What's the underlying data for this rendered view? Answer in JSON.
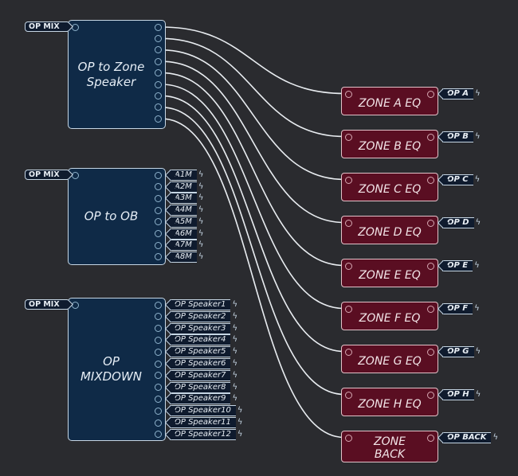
{
  "colors": {
    "background": "#2a2b2f",
    "block_fill": "#0f2a47",
    "block_border": "#c6d6e4",
    "zone_fill": "#5a0e22",
    "zone_border": "#e2c2c9",
    "tag_fill": "#0f1b2e",
    "wire": "#e9edf1"
  },
  "icons": {
    "output_tag_icon": "lightning-bolt-icon",
    "bolt_glyph": "ϟ"
  },
  "blocks": [
    {
      "id": "op_to_zone_speaker",
      "title": "OP to Zone\nSpeaker",
      "input_tag": "OP MIX",
      "output_count": 9,
      "output_tags": []
    },
    {
      "id": "op_to_ob",
      "title": "OP to OB",
      "input_tag": "OP MIX",
      "output_count": 8,
      "output_tags": [
        "A1M",
        "A2M",
        "A3M",
        "A4M",
        "A5M",
        "A6M",
        "A7M",
        "A8M"
      ]
    },
    {
      "id": "op_mixdown",
      "title": "OP\nMIXDOWN",
      "input_tag": "OP MIX",
      "output_count": 12,
      "output_tags": [
        "OP Speaker1",
        "OP Speaker2",
        "OP Speaker3",
        "OP Speaker4",
        "OP Speaker5",
        "OP Speaker6",
        "OP Speaker7",
        "OP Speaker8",
        "OP Speaker9",
        "OP Speaker10",
        "OP Speaker11",
        "OP Speaker12"
      ]
    }
  ],
  "zones": [
    {
      "title": "ZONE A EQ",
      "output_tag": "OP A"
    },
    {
      "title": "ZONE B EQ",
      "output_tag": "OP B"
    },
    {
      "title": "ZONE C EQ",
      "output_tag": "OP C"
    },
    {
      "title": "ZONE D EQ",
      "output_tag": "OP D"
    },
    {
      "title": "ZONE E EQ",
      "output_tag": "OP E"
    },
    {
      "title": "ZONE F EQ",
      "output_tag": "OP F"
    },
    {
      "title": "ZONE G EQ",
      "output_tag": "OP G"
    },
    {
      "title": "ZONE H EQ",
      "output_tag": "OP H"
    },
    {
      "title": "ZONE\nBACK",
      "output_tag": "OP BACK"
    }
  ],
  "connections": [
    {
      "from_block": 0,
      "from_pin": 0,
      "to_zone": 0
    },
    {
      "from_block": 0,
      "from_pin": 1,
      "to_zone": 1
    },
    {
      "from_block": 0,
      "from_pin": 2,
      "to_zone": 2
    },
    {
      "from_block": 0,
      "from_pin": 3,
      "to_zone": 3
    },
    {
      "from_block": 0,
      "from_pin": 4,
      "to_zone": 4
    },
    {
      "from_block": 0,
      "from_pin": 5,
      "to_zone": 5
    },
    {
      "from_block": 0,
      "from_pin": 6,
      "to_zone": 6
    },
    {
      "from_block": 0,
      "from_pin": 7,
      "to_zone": 7
    },
    {
      "from_block": 0,
      "from_pin": 8,
      "to_zone": 8
    }
  ]
}
